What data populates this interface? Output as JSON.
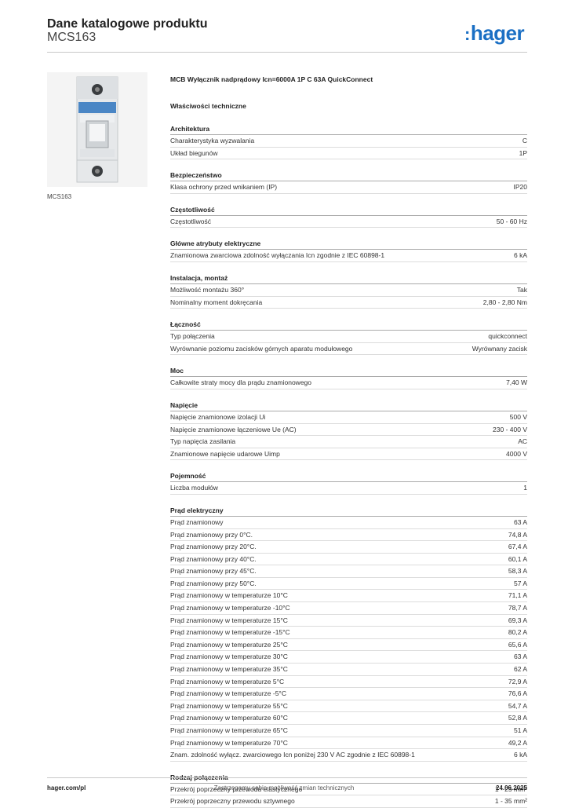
{
  "header": {
    "title": "Dane katalogowe produktu",
    "code": "MCS163",
    "logo_text": "hager",
    "logo_color": "#1a6fc4"
  },
  "product": {
    "image_caption": "MCS163",
    "title": "MCB Wyłącznik nadprądowy Icn=6000A 1P C 63A QuickConnect",
    "subtitle": "Właściwości techniczne"
  },
  "sections": [
    {
      "title": "Architektura",
      "rows": [
        {
          "k": "Charakterystyka wyzwalania",
          "v": "C"
        },
        {
          "k": "Układ biegunów",
          "v": "1P"
        }
      ]
    },
    {
      "title": "Bezpieczeństwo",
      "rows": [
        {
          "k": "Klasa ochrony przed wnikaniem (IP)",
          "v": "IP20"
        }
      ]
    },
    {
      "title": "Częstotliwość",
      "rows": [
        {
          "k": "Częstotliwość",
          "v": "50 - 60 Hz"
        }
      ]
    },
    {
      "title": "Główne atrybuty elektryczne",
      "rows": [
        {
          "k": "Znamionowa zwarciowa zdolność wyłączania Icn zgodnie z IEC 60898-1",
          "v": "6 kA"
        }
      ]
    },
    {
      "title": "Instalacja, montaż",
      "rows": [
        {
          "k": "Możliwość montażu 360°",
          "v": "Tak"
        },
        {
          "k": "Nominalny moment dokręcania",
          "v": "2,80 - 2,80 Nm"
        }
      ]
    },
    {
      "title": "Łączność",
      "rows": [
        {
          "k": "Typ połączenia",
          "v": "quickconnect"
        },
        {
          "k": "Wyrównanie poziomu zacisków górnych aparatu modułowego",
          "v": "Wyrównany zacisk"
        }
      ]
    },
    {
      "title": "Moc",
      "rows": [
        {
          "k": "Całkowite straty mocy dla prądu znamionowego",
          "v": "7,40 W"
        }
      ]
    },
    {
      "title": "Napięcie",
      "rows": [
        {
          "k": "Napięcie znamionowe izolacji Ui",
          "v": "500 V"
        },
        {
          "k": "Napięcie znamionowe łączeniowe Ue (AC)",
          "v": "230 - 400 V"
        },
        {
          "k": "Typ napięcia zasilania",
          "v": "AC"
        },
        {
          "k": "Znamionowe napięcie udarowe Uimp",
          "v": "4000 V"
        }
      ]
    },
    {
      "title": "Pojemność",
      "rows": [
        {
          "k": "Liczba modułów",
          "v": "1"
        }
      ]
    },
    {
      "title": "Prąd elektryczny",
      "rows": [
        {
          "k": "Prąd znamionowy",
          "v": "63 A"
        },
        {
          "k": "Prąd znamionowy przy 0°C.",
          "v": "74,8 A"
        },
        {
          "k": "Prąd znamionowy przy 20°C.",
          "v": "67,4 A"
        },
        {
          "k": "Prąd znamionowy przy 40°C.",
          "v": "60,1 A"
        },
        {
          "k": "Prąd znamionowy przy 45°C.",
          "v": "58,3 A"
        },
        {
          "k": "Prąd znamionowy przy 50°C.",
          "v": "57 A"
        },
        {
          "k": "Prąd znamionowy w temperaturze 10°C",
          "v": "71,1 A"
        },
        {
          "k": "Prąd znamionowy w temperaturze -10°C",
          "v": "78,7 A"
        },
        {
          "k": "Prąd znamionowy w temperaturze 15°C",
          "v": "69,3 A"
        },
        {
          "k": "Prąd znamionowy w temperaturze -15°C",
          "v": "80,2 A"
        },
        {
          "k": "Prąd znamionowy w temperaturze 25°C",
          "v": "65,6 A"
        },
        {
          "k": "Prąd znamionowy w temperaturze 30°C",
          "v": "63 A"
        },
        {
          "k": "Prąd znamionowy w temperaturze 35°C",
          "v": "62 A"
        },
        {
          "k": "Prąd znamionowy w temperaturze 5°C",
          "v": "72,9 A"
        },
        {
          "k": "Prąd znamionowy w temperaturze -5°C",
          "v": "76,6 A"
        },
        {
          "k": "Prąd znamionowy w temperaturze 55°C",
          "v": "54,7 A"
        },
        {
          "k": "Prąd znamionowy w temperaturze 60°C",
          "v": "52,8 A"
        },
        {
          "k": "Prąd znamionowy w temperaturze 65°C",
          "v": "51 A"
        },
        {
          "k": "Prąd znamionowy w temperaturze 70°C",
          "v": "49,2 A"
        },
        {
          "k": "Znam. zdolność wyłącz. zwarciowego Icn poniżej 230 V AC zgodnie z IEC 60898-1",
          "v": "6 kA"
        }
      ]
    },
    {
      "title": "Rodzaj połączenia",
      "rows": [
        {
          "k": "Przekrój poprzeczny przewodu elastycznego",
          "v": "1 - 25 mm²"
        },
        {
          "k": "Przekrój poprzeczny przewodu sztywnego",
          "v": "1 - 35 mm²"
        }
      ]
    }
  ],
  "footer": {
    "left": "hager.com/pl",
    "middle": "Zastrzegamy sobie możliwość zmian technicznych",
    "right": "24.06.2025"
  }
}
